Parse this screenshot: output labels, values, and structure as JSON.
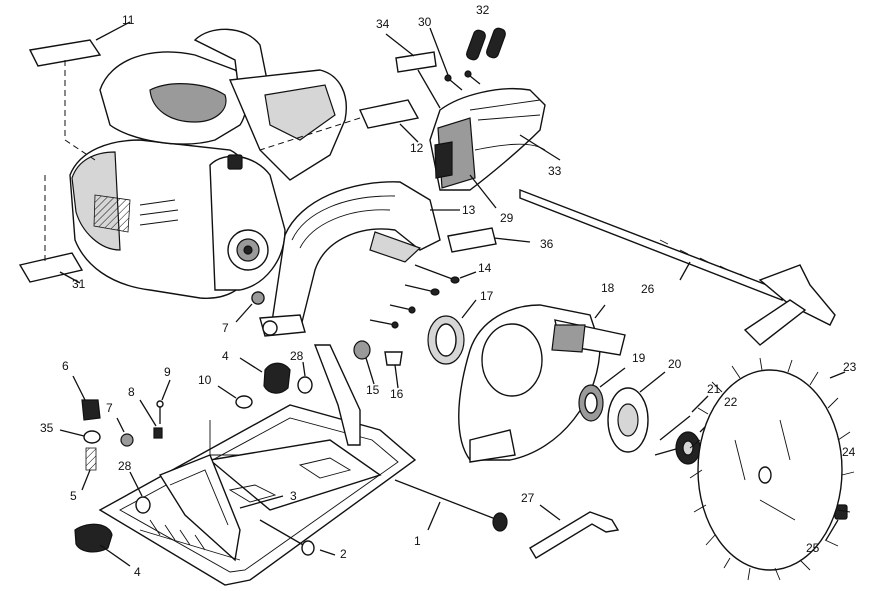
{
  "callouts": [
    "1",
    "2",
    "3",
    "4",
    "4",
    "5",
    "6",
    "7",
    "7",
    "8",
    "9",
    "10",
    "11",
    "12",
    "13",
    "14",
    "15",
    "16",
    "17",
    "18",
    "19",
    "20",
    "21",
    "22",
    "23",
    "24",
    "25",
    "26",
    "27",
    "28",
    "28",
    "29",
    "30",
    "31",
    "32",
    "33",
    "34",
    "35",
    "36"
  ]
}
